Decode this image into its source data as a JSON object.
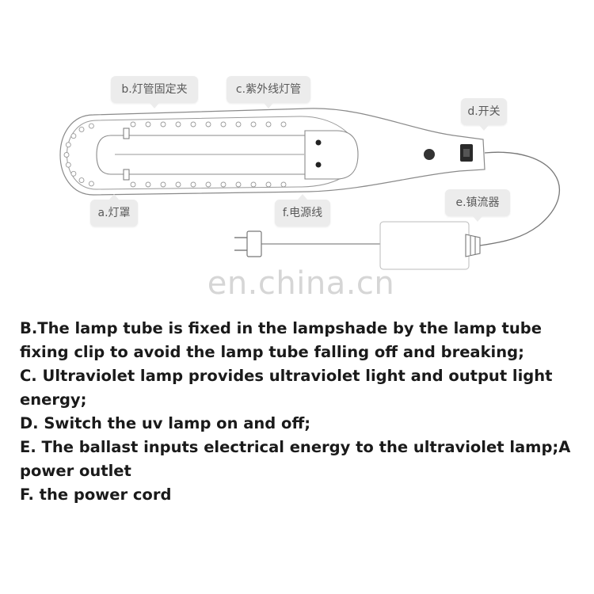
{
  "labels": {
    "a": "a.灯罩",
    "b": "b.灯管固定夹",
    "c": "c.紫外线灯管",
    "d": "d.开关",
    "e": "e.镇流器",
    "f": "f.电源线"
  },
  "watermark": "en.china.cn",
  "description": [
    "B.The lamp tube is fixed in the lampshade by the lamp tube fixing clip to avoid the lamp tube falling off and breaking;",
    "C. Ultraviolet lamp provides ultraviolet light and output light energy;",
    "D. Switch the uv lamp on and off;",
    "E. The ballast inputs electrical energy to the ultraviolet lamp;A power outlet",
    "F. the power cord"
  ]
}
